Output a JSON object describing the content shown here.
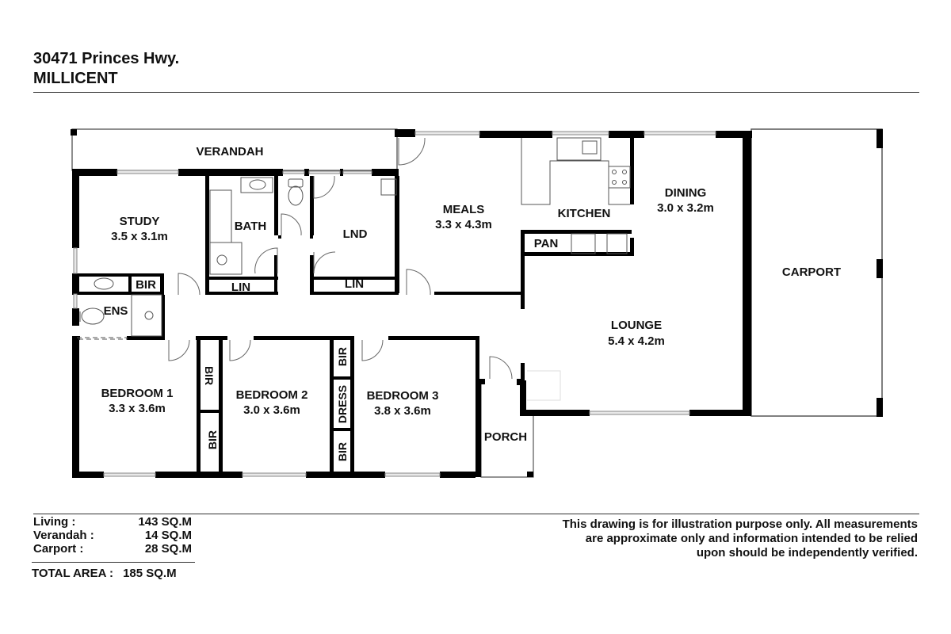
{
  "header": {
    "address_line1": "30471 Princes Hwy.",
    "address_line2": "MILLICENT"
  },
  "rooms": {
    "verandah": {
      "name": "VERANDAH"
    },
    "study": {
      "name": "STUDY",
      "size": "3.5 x 3.1m"
    },
    "bath": {
      "name": "BATH"
    },
    "lnd": {
      "name": "LND"
    },
    "meals": {
      "name": "MEALS",
      "size": "3.3 x 4.3m"
    },
    "kitchen": {
      "name": "KITCHEN"
    },
    "pan": {
      "name": "PAN"
    },
    "dining": {
      "name": "DINING",
      "size": "3.0 x 3.2m"
    },
    "carport": {
      "name": "CARPORT"
    },
    "lounge": {
      "name": "LOUNGE",
      "size": "5.4 x 4.2m"
    },
    "ens": {
      "name": "ENS"
    },
    "bir_ens": {
      "name": "BIR"
    },
    "lin_bath": {
      "name": "LIN"
    },
    "lin_lnd": {
      "name": "LIN"
    },
    "bedroom1": {
      "name": "BEDROOM 1",
      "size": "3.3 x 3.6m"
    },
    "bedroom2": {
      "name": "BEDROOM 2",
      "size": "3.0 x 3.6m"
    },
    "bedroom3": {
      "name": "BEDROOM 3",
      "size": "3.8 x 3.6m"
    },
    "bir_b1_top": {
      "name": "BIR"
    },
    "bir_b1_bottom": {
      "name": "BIR"
    },
    "bir_b3_top": {
      "name": "BIR"
    },
    "dress": {
      "name": "DRESS"
    },
    "bir_b3_bottom": {
      "name": "BIR"
    },
    "porch": {
      "name": "PORCH"
    }
  },
  "areas": {
    "rows": [
      {
        "label": "Living :",
        "value": "143 SQ.M"
      },
      {
        "label": "Verandah :",
        "value": "14 SQ.M"
      },
      {
        "label": "Carport :",
        "value": "28 SQ.M"
      }
    ],
    "total_label": "TOTAL AREA :",
    "total_value": "185 SQ.M"
  },
  "disclaimer": {
    "line1": "This drawing is for illustration purpose only. All measurements",
    "line2": "are approximate only and information intended to be relied",
    "line3": "upon should be independently verified."
  },
  "colors": {
    "wall": "#000000",
    "window": "#9a9a9a",
    "fixture": "#555555",
    "text": "#111111"
  }
}
